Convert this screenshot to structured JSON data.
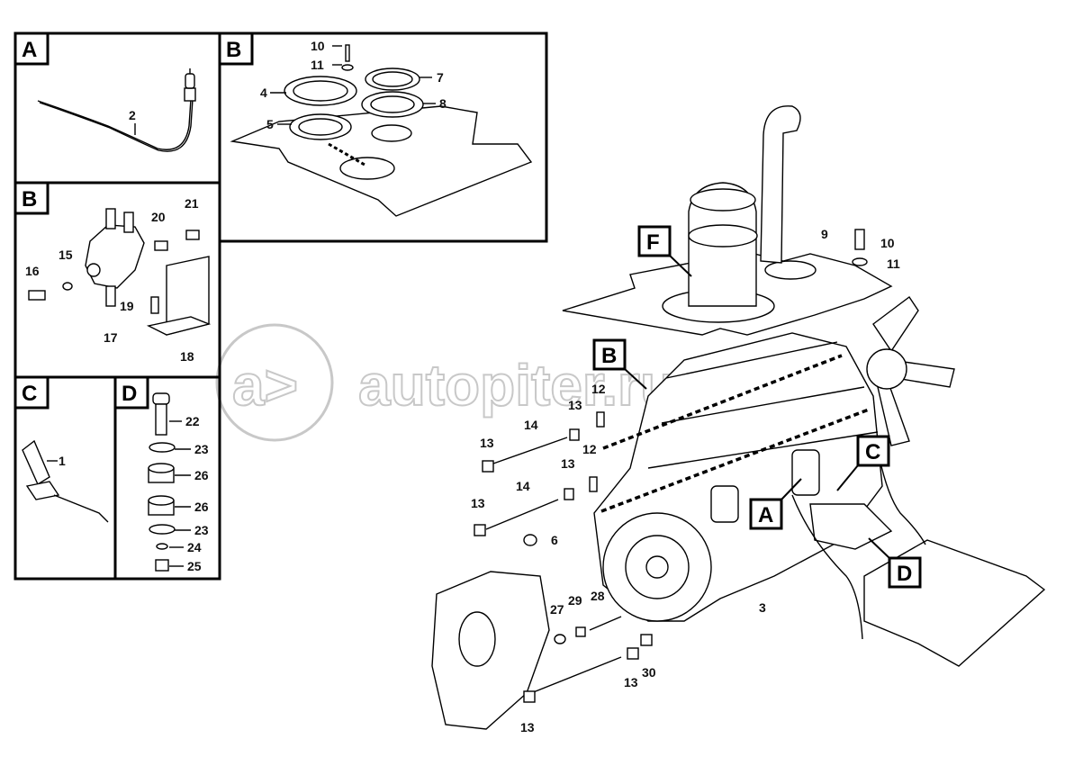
{
  "panels": {
    "a": "A",
    "b_top": "B",
    "b_left": "B",
    "c": "C",
    "d": "D"
  },
  "callouts": {
    "f": "F",
    "b": "B",
    "a": "A",
    "c": "C",
    "d": "D"
  },
  "watermark": "autopiter.ru",
  "parts": {
    "p1": "1",
    "p2": "2",
    "p3": "3",
    "p4": "4",
    "p5": "5",
    "p6": "6",
    "p7": "7",
    "p8": "8",
    "p9": "9",
    "p10": "10",
    "p11": "11",
    "p12": "12",
    "p13": "13",
    "p14": "14",
    "p15": "15",
    "p16": "16",
    "p17": "17",
    "p18": "18",
    "p19": "19",
    "p20": "20",
    "p21": "21",
    "p22": "22",
    "p23": "23",
    "p24": "24",
    "p25": "25",
    "p26": "26",
    "p27": "27",
    "p28": "28",
    "p29": "29",
    "p30": "30"
  },
  "colors": {
    "line": "#000000",
    "watermark": "#c8c8c8",
    "background": "#ffffff"
  }
}
